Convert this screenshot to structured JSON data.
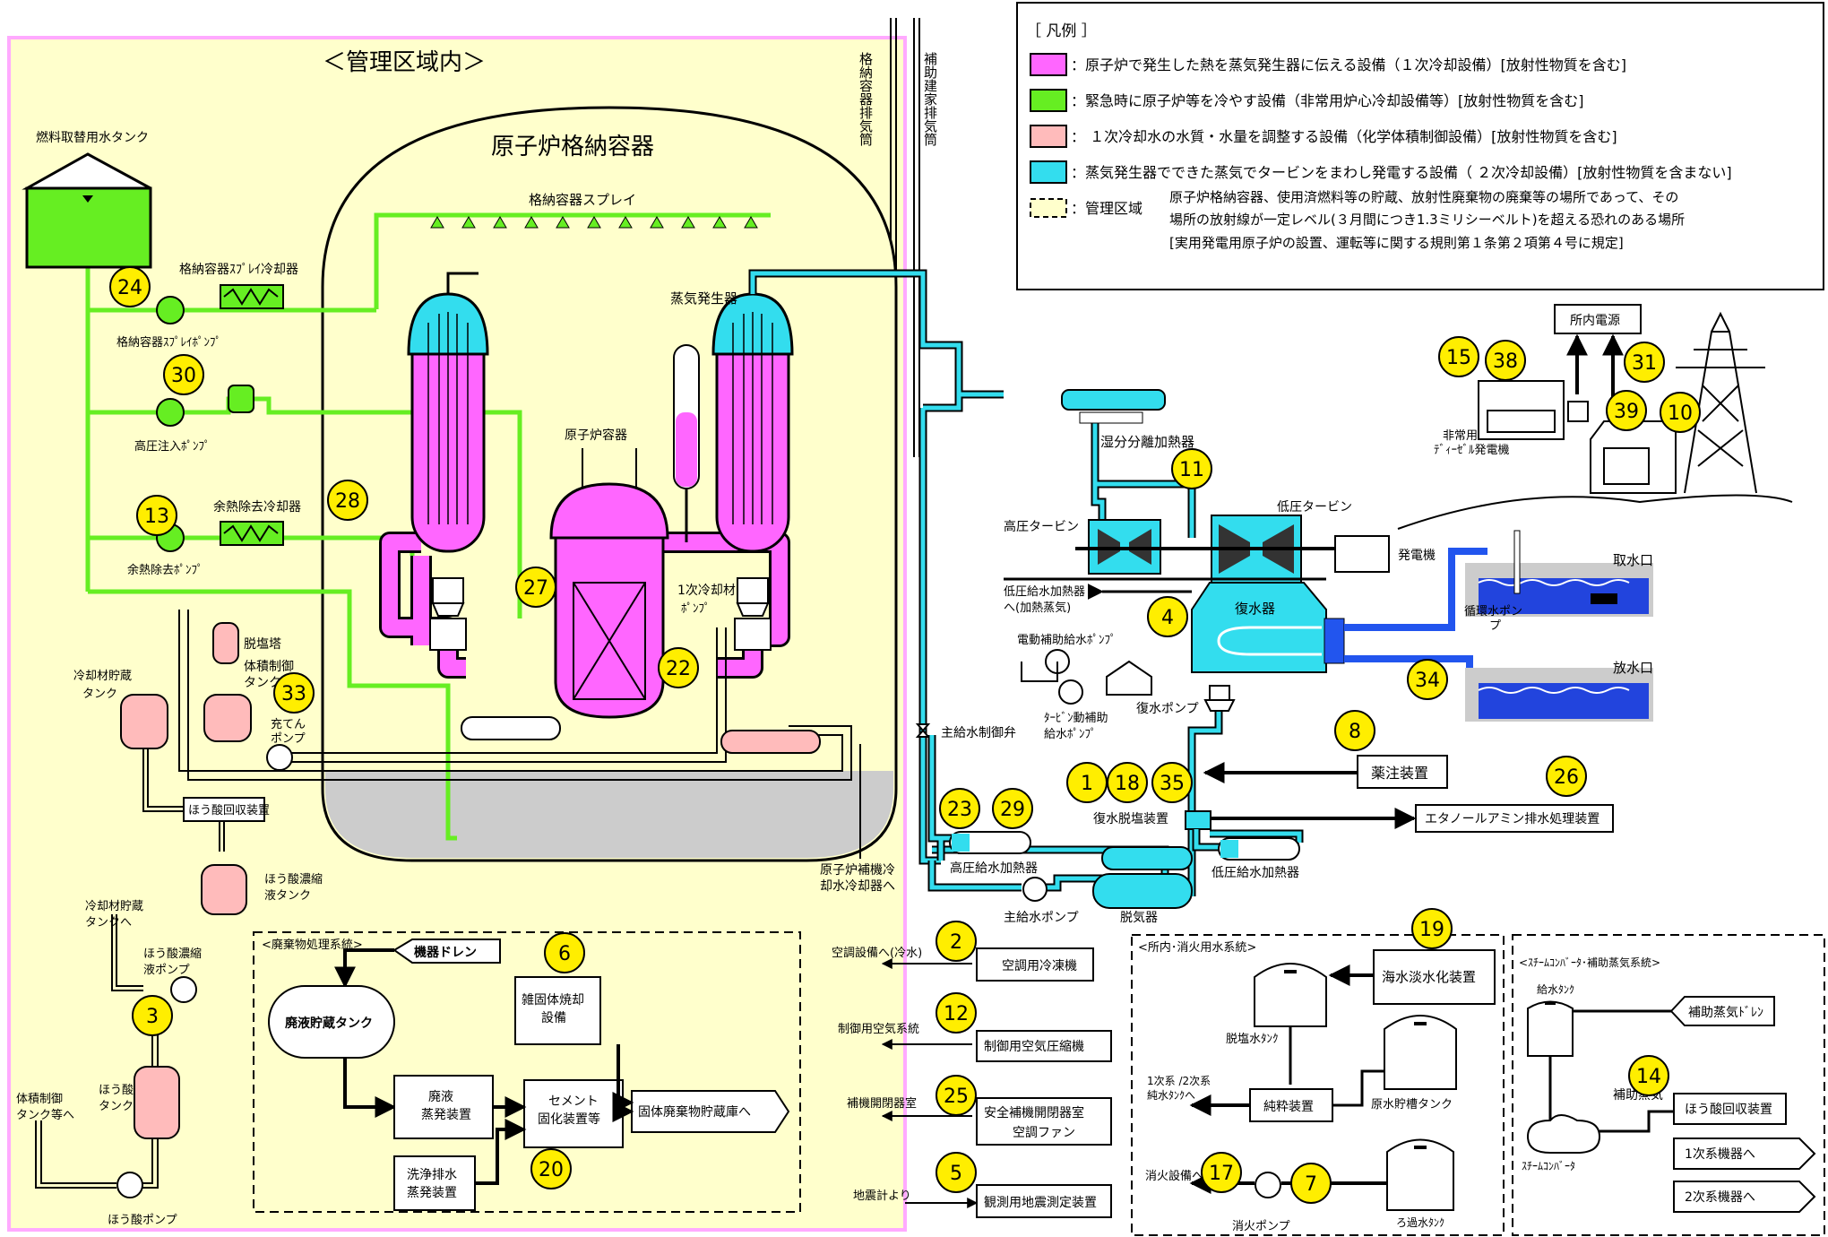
{
  "area_title": "＜管理区域内＞",
  "containment_title": "原子炉格納容器",
  "exhaust_stacks": [
    "格納容器排気筒",
    "補助建家排気筒"
  ],
  "legend": {
    "title": "［ 凡例 ］",
    "items": [
      {
        "color": "#ff66ff",
        "text": "：原子炉で発生した熱を蒸気発生器に伝える設備（１次冷却設備）[放射性物質を含む]"
      },
      {
        "color": "#66ee22",
        "text": "：緊急時に原子炉等を冷やす設備（非常用炉心冷却設備等）[放射性物質を含む]"
      },
      {
        "color": "#ffbbbb",
        "text": "： １次冷却水の水質・水量を調整する設備（化学体積制御設備）[放射性物質を含む]"
      },
      {
        "color": "#33ddee",
        "text": "：蒸気発生器でできた蒸気でタービンをまわし発電する設備（ ２次冷却設備）[放射性物質を含まない]"
      }
    ],
    "zone_label": "：管理区域",
    "zone_desc": [
      "原子炉格納容器、使用済燃料等の貯蔵、放射性廃棄物の廃棄等の場所であって、その",
      "場所の放射線が一定レベル(３月間につき1.3ミリシーベルト)を超える恐れのある場所",
      "[実用発電用原子炉の設置、運転等に関する規則第１条第２項第４号に規定]"
    ]
  },
  "labels": {
    "fuel_tank": "燃料取替用水タンク",
    "spray": "格納容器スプレイ",
    "spray_cooler": "格納容器ｽﾌﾟﾚｲ冷却器",
    "spray_pump": "格納容器ｽﾌﾟﾚｲﾎﾟﾝﾌﾟ",
    "hp_pump": "高圧注入ﾎﾟﾝﾌﾟ",
    "rhr_cooler": "余熱除去冷却器",
    "rhr_pump": "余熱除去ﾎﾟﾝﾌﾟ",
    "sg": "蒸気発生器",
    "rv": "原子炉容器",
    "rcp": "1次冷却材\nﾎﾟﾝﾌﾟ",
    "demin": "脱塩塔",
    "vct": "体積制御\nタンク",
    "coolant_tank": "冷却材貯蔵\nタンク",
    "charging_pump": "充てん\nポンプ",
    "boric_recovery": "ほう酸回収装置",
    "boric_conc_tank": "ほう酸濃縮\n液タンク",
    "to_coolant_tank": "冷却材貯蔵\nタンクへ",
    "boric_conc_pump": "ほう酸濃縮\n液ポンプ",
    "boric_tank": "ほう酸\nタンク",
    "to_vct": "体積制御\nタンク等へ",
    "boric_pump": "ほう酸ポンプ",
    "ccw": "原子炉補機冷\n却水冷却器へ",
    "msr": "湿分分離加熱器",
    "hp_turbine": "高圧タービン",
    "lp_turbine": "低圧タービン",
    "generator": "発電機",
    "to_lp_heater": "低圧給水加熱器\nへ(加熱蒸気)",
    "condenser": "復水器",
    "intake": "取水口",
    "outfall": "放水口",
    "cw_pump": "循環水ポン\nプ",
    "motor_afw": "電動補助給水ﾎﾟﾝﾌﾟ",
    "turbine_afw": "ﾀｰﾋﾞﾝ動補助\n給水ﾎﾟﾝﾌﾟ",
    "cond_pump": "復水ポンプ",
    "mfw_valve": "主給水制御弁",
    "chem_injection": "薬注装置",
    "cond_demin": "復水脱塩装置",
    "ethanolamine": "エタノールアミン排水処理装置",
    "hp_heater": "高圧給水加熱器",
    "lp_heater": "低圧給水加熱器",
    "deaerator": "脱気器",
    "mfw_pump": "主給水ポンプ",
    "house_power": "所内電源",
    "edg": "非常用\nﾃﾞｨｰｾﾞﾙ発電機"
  },
  "waste": {
    "title": "<廃棄物処理系統>",
    "drain": "機器ドレン",
    "holdup_tank": "廃液貯蔵タンク",
    "evaporator": "廃液\n蒸発装置",
    "wash_evaporator": "洗浄排水\n蒸発装置",
    "cement": "セメント\n固化装置等",
    "incinerator": "雑固体焼却\n設備",
    "solid_storage": "固体廃棄物貯蔵庫へ"
  },
  "aux": {
    "hvac_to": "空調設備へ(冷水)",
    "chiller": "空調用冷凍機",
    "air_to": "制御用空気系統",
    "compressor": "制御用空気圧縮機",
    "swgr_to": "補機開閉器室",
    "swgr_fan": "安全補機開閉器室\n空調ファン",
    "seis_from": "地震計より",
    "seismometer": "観測用地震測定装置"
  },
  "water_sys": {
    "title": "<所内･消火用水系統>",
    "desal": "海水淡水化装置",
    "demin_tank": "脱塩水ﾀﾝｸ",
    "to_pure": "1次系 /2次系\n純水ﾀﾝｸへ",
    "pure_unit": "純粋装置",
    "raw_tank": "原水貯槽タンク",
    "to_fire": "消火設備へ",
    "fire_pump": "消火ポンプ",
    "filter_tank": "ろ過水ﾀﾝｸ"
  },
  "steam_sys": {
    "title": "<ｽﾁｰﾑｺﾝﾊﾞｰﾀ･補助蒸気系統>",
    "fw_tank": "給水ﾀﾝｸ",
    "aux_drain": "補助蒸気ﾄﾞﾚﾝ",
    "aux_steam": "補助蒸気",
    "boric_recov": "ほう酸回収装置",
    "primary": "1次系機器へ",
    "secondary": "2次系機器へ",
    "converter": "ｽﾁｰﾑｺﾝﾊﾞｰﾀ"
  },
  "badges": [
    "24",
    "30",
    "28",
    "13",
    "27",
    "22",
    "33",
    "3",
    "6",
    "20",
    "11",
    "4",
    "15",
    "38",
    "31",
    "39",
    "10",
    "34",
    "8",
    "1",
    "18",
    "35",
    "26",
    "23",
    "29",
    "2",
    "12",
    "25",
    "5",
    "19",
    "14",
    "17",
    "7"
  ]
}
